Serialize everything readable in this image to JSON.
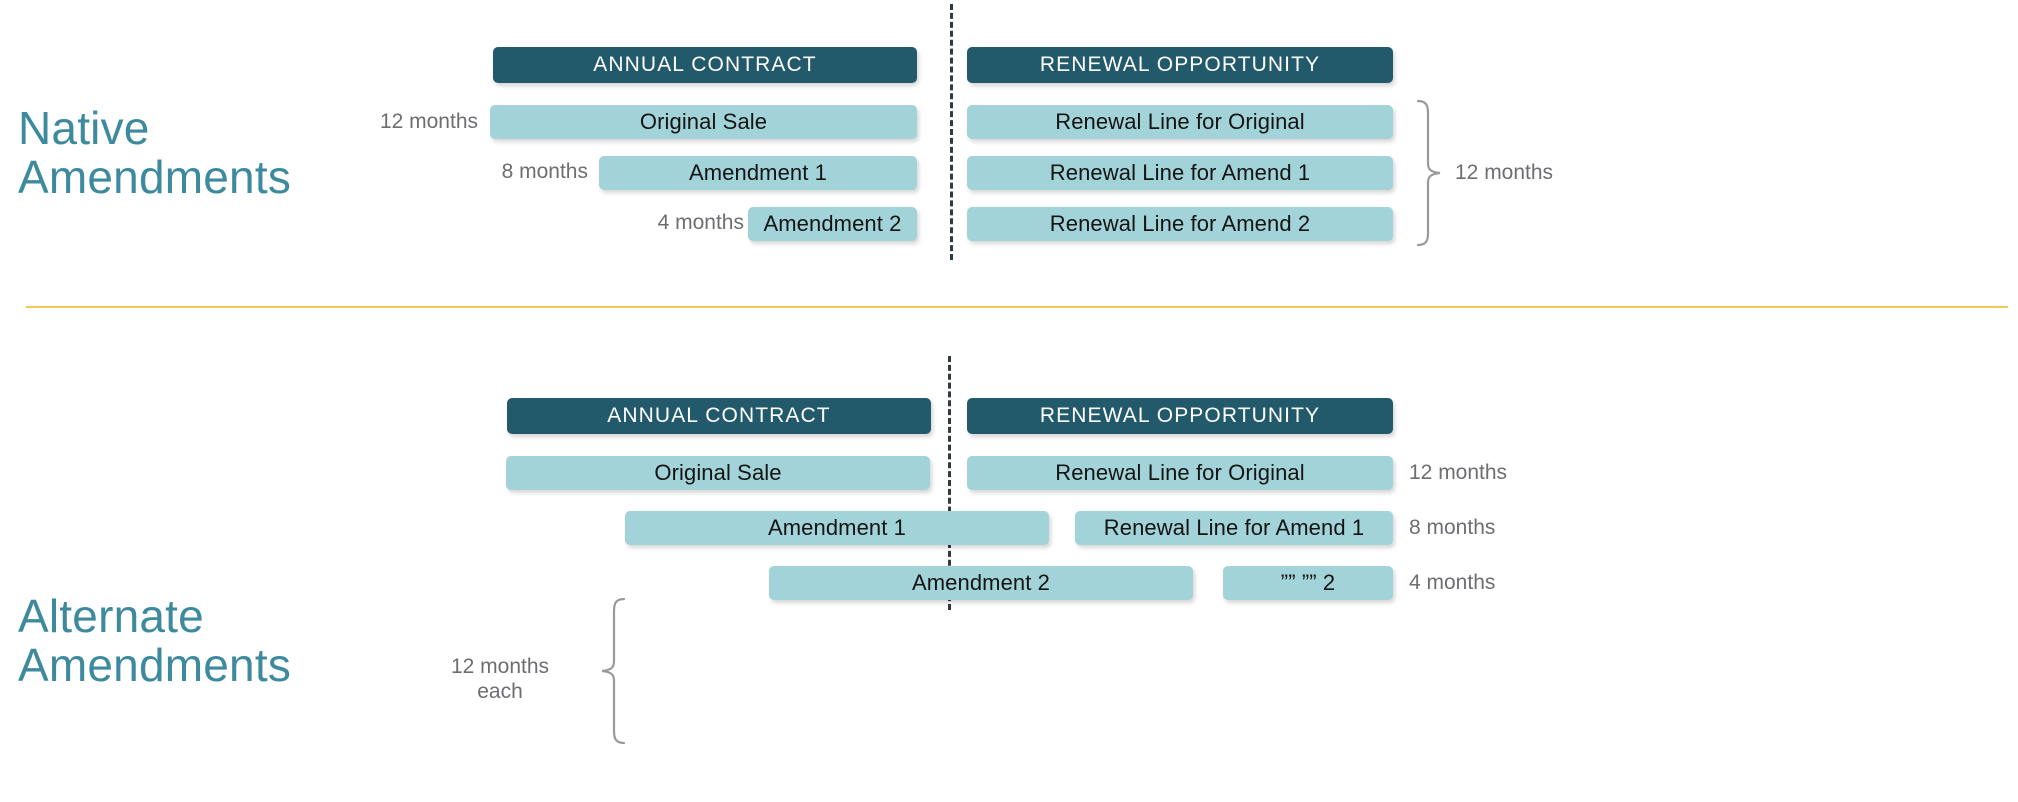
{
  "colors": {
    "header_bar": "#225a6b",
    "line_bar": "#a2d3d8",
    "title_text": "#3d8a9e",
    "divider_yellow": "#f2c75c",
    "label_gray": "#6d6e71",
    "dashed_line": "#2f3b42"
  },
  "panels": [
    {
      "id": "native",
      "title": "Native\nAmendments",
      "columns": {
        "contract_header": "ANNUAL CONTRACT",
        "renewal_header": "RENEWAL OPPORTUNITY"
      },
      "rows": [
        {
          "duration": "12 months",
          "contract_label": "Original Sale",
          "renewal_label": "Renewal Line for Original"
        },
        {
          "duration": "8 months",
          "contract_label": "Amendment 1",
          "renewal_label": "Renewal Line for Amend 1"
        },
        {
          "duration": "4 months",
          "contract_label": "Amendment 2",
          "renewal_label": "Renewal Line for Amend 2"
        }
      ],
      "brace": {
        "side": "right",
        "label": "12 months"
      }
    },
    {
      "id": "alternate",
      "title": "Alternate\nAmendments",
      "columns": {
        "contract_header": "ANNUAL CONTRACT",
        "renewal_header": "RENEWAL OPPORTUNITY"
      },
      "rows": [
        {
          "contract_label": "Original Sale",
          "renewal_label": "Renewal Line for Original",
          "renewal_duration": "12 months"
        },
        {
          "contract_label": "Amendment 1",
          "renewal_label": "Renewal Line for Amend 1",
          "renewal_duration": "8 months"
        },
        {
          "contract_label": "Amendment 2",
          "renewal_label": "”” ”” 2",
          "renewal_duration": "4 months"
        }
      ],
      "brace": {
        "side": "left",
        "label": "12 months\neach"
      }
    }
  ]
}
